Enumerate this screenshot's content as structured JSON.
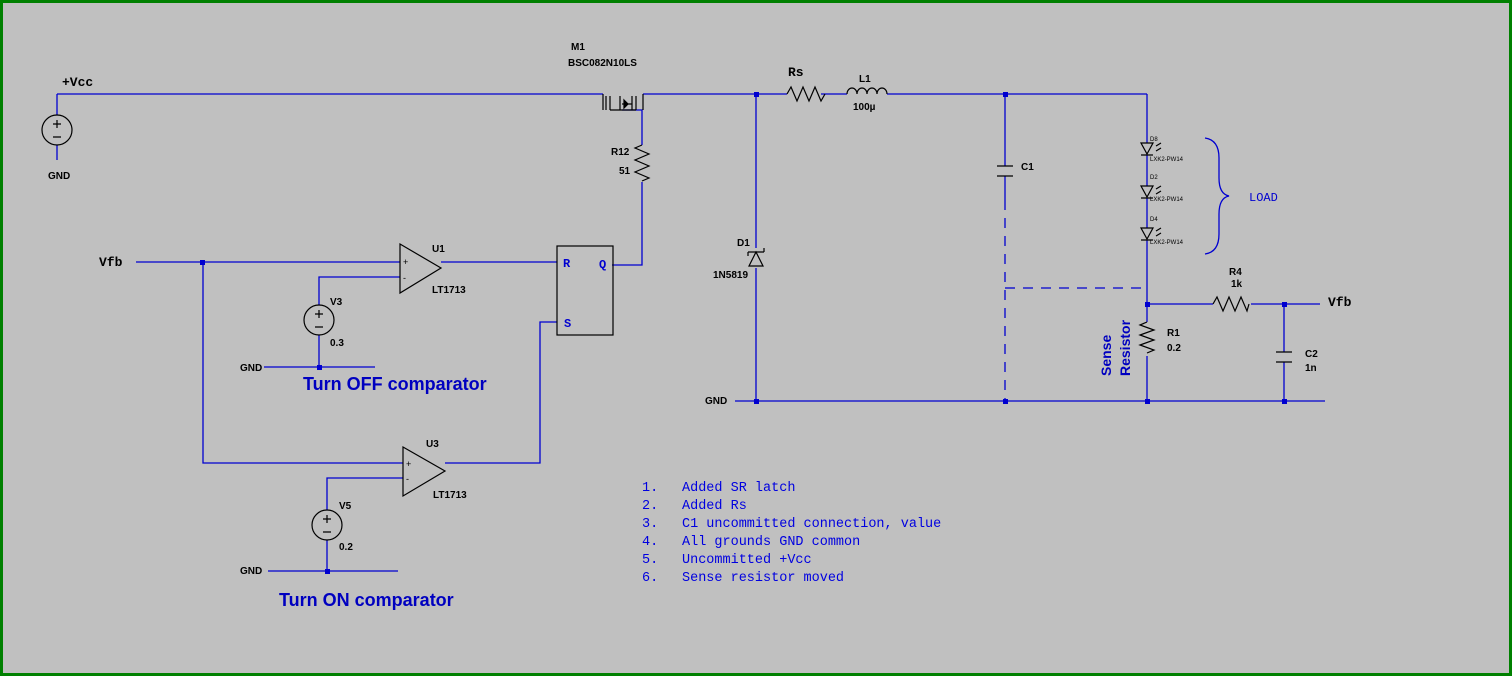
{
  "components": {
    "m1": {
      "ref": "M1",
      "value": "BSC082N10LS"
    },
    "rs": {
      "ref": "Rs"
    },
    "l1": {
      "ref": "L1",
      "value": "100µ"
    },
    "r12": {
      "ref": "R12",
      "value": "51"
    },
    "d1": {
      "ref": "D1",
      "value": "1N5819"
    },
    "c1": {
      "ref": "C1"
    },
    "u1": {
      "ref": "U1",
      "value": "LT1713"
    },
    "u3": {
      "ref": "U3",
      "value": "LT1713"
    },
    "v3": {
      "ref": "V3",
      "value": "0.3"
    },
    "v5": {
      "ref": "V5",
      "value": "0.2"
    },
    "r1": {
      "ref": "R1",
      "value": "0.2"
    },
    "r4": {
      "ref": "R4",
      "value": "1k"
    },
    "c2": {
      "ref": "C2",
      "value": "1n"
    },
    "d8": {
      "ref": "D8",
      "value": "LXK2-PW14"
    },
    "d2": {
      "ref": "D2",
      "value": "LXK2-PW14"
    },
    "d4": {
      "ref": "D4",
      "value": "LXK2-PW14"
    }
  },
  "nets": {
    "vcc": "+Vcc",
    "gnd": "GND",
    "vfb": "Vfb"
  },
  "latch": {
    "r": "R",
    "q": "Q",
    "s": "S"
  },
  "opamp_signs": {
    "plus": "+",
    "minus": "-"
  },
  "labels": {
    "turn_off": "Turn OFF comparator",
    "turn_on": "Turn ON comparator",
    "load": "LOAD",
    "sense_line1": "Sense",
    "sense_line2": "Resistor"
  },
  "notes": [
    {
      "num": "1.",
      "text": "Added SR latch"
    },
    {
      "num": "2.",
      "text": "Added Rs"
    },
    {
      "num": "3.",
      "text": "C1 uncommitted connection, value"
    },
    {
      "num": "4.",
      "text": "All grounds GND common"
    },
    {
      "num": "5.",
      "text": "Uncommitted +Vcc"
    },
    {
      "num": "6.",
      "text": "Sense resistor moved"
    }
  ],
  "colors": {
    "background": "#c0c0c0",
    "border": "#008000",
    "wire": "#0000d0",
    "symbol": "#000000"
  }
}
